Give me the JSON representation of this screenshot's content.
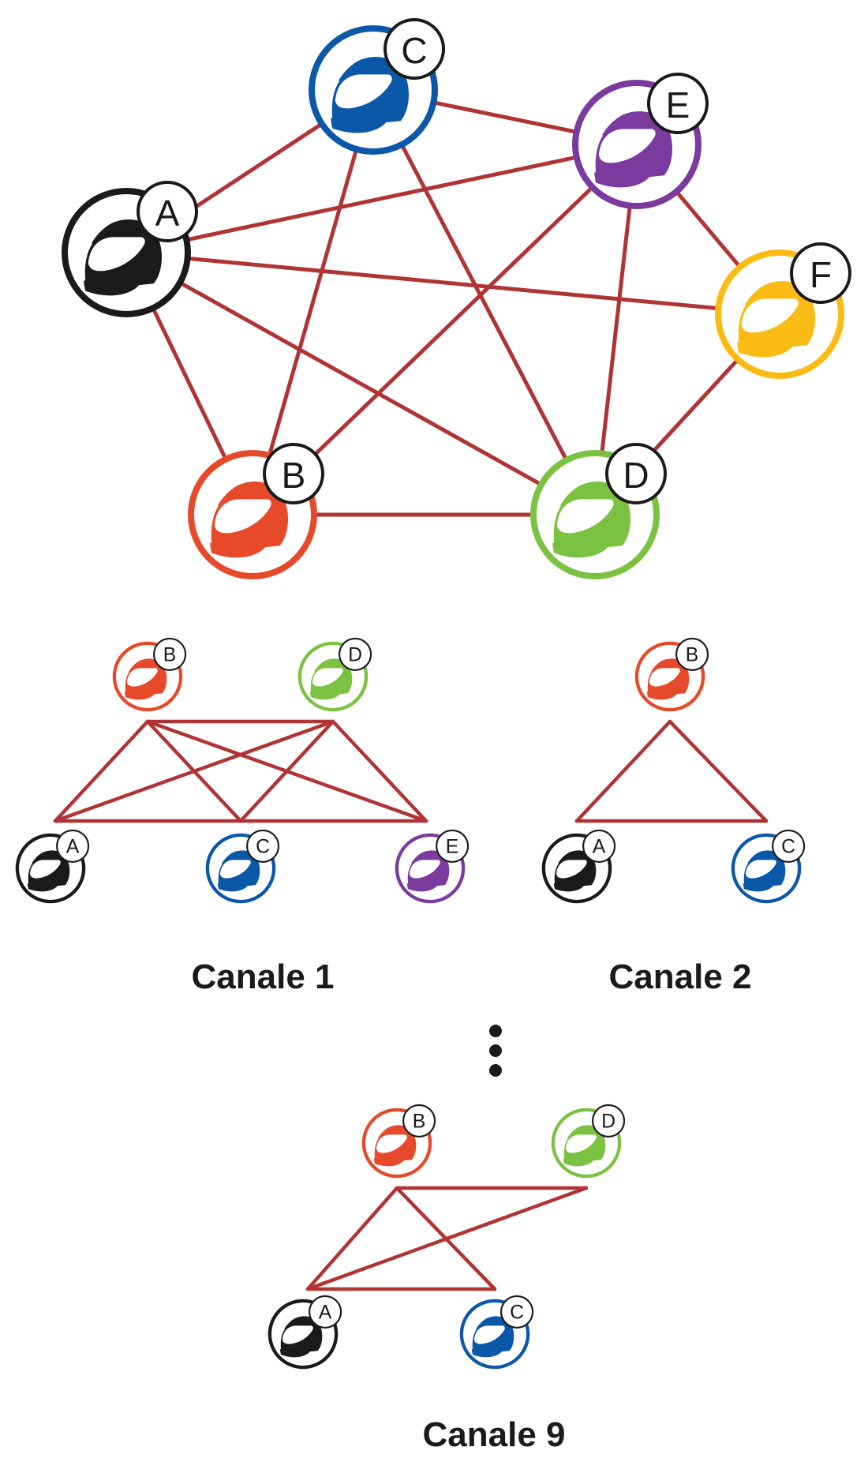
{
  "colors": {
    "edge": "#b03434",
    "A": "#1a1a1a",
    "B": "#e64a2a",
    "C": "#0b57a8",
    "D": "#7cc242",
    "E": "#7b3a9e",
    "F": "#fbbb15"
  },
  "icon": "helmet-icon",
  "main_network": {
    "nodes": [
      "A",
      "B",
      "C",
      "D",
      "E",
      "F"
    ],
    "edges": [
      [
        "A",
        "C"
      ],
      [
        "A",
        "E"
      ],
      [
        "A",
        "F"
      ],
      [
        "A",
        "B"
      ],
      [
        "A",
        "D"
      ],
      [
        "C",
        "E"
      ],
      [
        "C",
        "B"
      ],
      [
        "C",
        "D"
      ],
      [
        "E",
        "B"
      ],
      [
        "E",
        "D"
      ],
      [
        "E",
        "F"
      ],
      [
        "F",
        "D"
      ],
      [
        "B",
        "D"
      ]
    ]
  },
  "channels": [
    {
      "label": "Canale 1",
      "nodes": [
        "B",
        "D",
        "A",
        "C",
        "E"
      ],
      "edges": [
        [
          "B",
          "D"
        ],
        [
          "A",
          "C"
        ],
        [
          "C",
          "E"
        ],
        [
          "B",
          "A"
        ],
        [
          "B",
          "C"
        ],
        [
          "B",
          "E"
        ],
        [
          "D",
          "A"
        ],
        [
          "D",
          "C"
        ],
        [
          "D",
          "E"
        ]
      ]
    },
    {
      "label": "Canale 2",
      "nodes": [
        "B",
        "A",
        "C"
      ],
      "edges": [
        [
          "B",
          "A"
        ],
        [
          "B",
          "C"
        ],
        [
          "A",
          "C"
        ]
      ]
    },
    {
      "label": "Canale 9",
      "nodes": [
        "B",
        "D",
        "A",
        "C"
      ],
      "edges": [
        [
          "B",
          "D"
        ],
        [
          "A",
          "C"
        ],
        [
          "B",
          "A"
        ],
        [
          "B",
          "C"
        ],
        [
          "D",
          "A"
        ]
      ]
    }
  ],
  "ellipsis": "vertical-dots"
}
